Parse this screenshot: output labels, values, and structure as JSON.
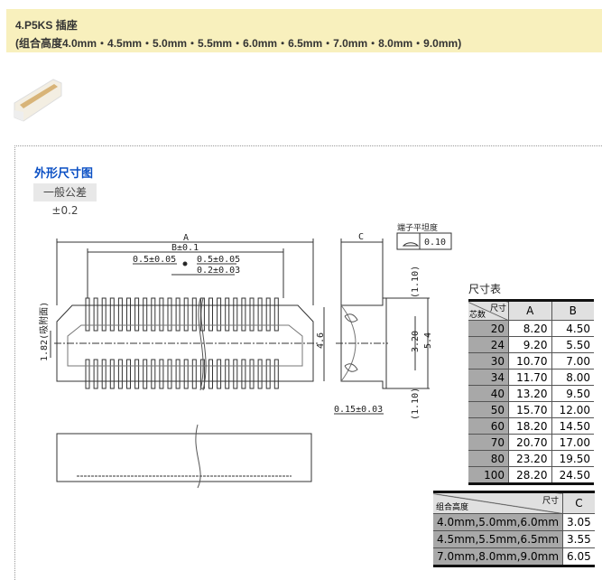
{
  "header": {
    "title": "4.P5KS 插座",
    "subtitle": "(组合高度4.0mm・4.5mm・5.0mm・5.5mm・6.0mm・6.5mm・7.0mm・8.0mm・9.0mm)"
  },
  "section": {
    "title": "外形尺寸图",
    "tolerance": "一般公差±0.2"
  },
  "drawing": {
    "A": "A",
    "B": "B±0.1",
    "pitch_left": "0.5±0.05",
    "pitch_right": "0.5±0.05",
    "pin_width": "0.2±0.03",
    "height_label": "1.82(吸附面)",
    "width": "4.6",
    "C": "C",
    "flatness_label": "端子平坦度",
    "flatness_value": "0.10",
    "top_gap": "(1.10)",
    "bottom_gap": "(1.10)",
    "dim_320": "3.20",
    "dim_54": "5.4",
    "thickness": "0.15±0.03"
  },
  "size_table": {
    "title": "尺寸表",
    "corner_top": "尺寸",
    "corner_bottom": "芯数",
    "columns": [
      "A",
      "B"
    ],
    "rows": [
      [
        "20",
        "8.20",
        "4.50"
      ],
      [
        "24",
        "9.20",
        "5.50"
      ],
      [
        "30",
        "10.70",
        "7.00"
      ],
      [
        "34",
        "11.70",
        "8.00"
      ],
      [
        "40",
        "13.20",
        "9.50"
      ],
      [
        "50",
        "15.70",
        "12.00"
      ],
      [
        "60",
        "18.20",
        "14.50"
      ],
      [
        "70",
        "20.70",
        "17.00"
      ],
      [
        "80",
        "23.20",
        "19.50"
      ],
      [
        "100",
        "28.20",
        "24.50"
      ]
    ]
  },
  "c_table": {
    "corner_top": "尺寸",
    "corner_bottom": "组合高度",
    "column": "C",
    "rows": [
      [
        "4.0mm,5.0mm,6.0mm",
        "3.05"
      ],
      [
        "4.5mm,5.5mm,6.5mm",
        "3.55"
      ],
      [
        "7.0mm,8.0mm,9.0mm",
        "6.05"
      ]
    ]
  }
}
